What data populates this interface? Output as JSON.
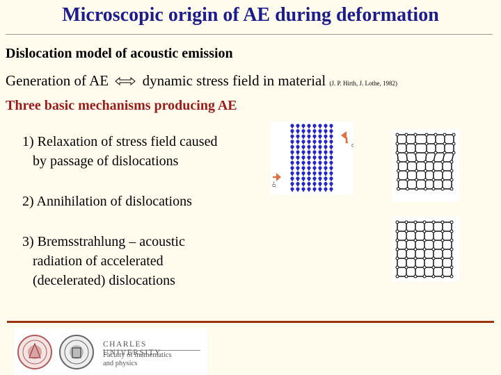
{
  "title": "Microscopic origin of AE during deformation",
  "subheading": "Dislocation model of acoustic emission",
  "generation": {
    "left": "Generation of AE",
    "right": "dynamic stress field in material",
    "citation": "(J. P. Hirth, J. Lothe, 1982)",
    "arrow_icon": "double-arrow-icon"
  },
  "mechanisms_heading": "Three basic mechanisms producing AE",
  "mechanisms": [
    {
      "line1": "1) Relaxation of stress field caused",
      "line2": "by passage of dislocations",
      "line3": ""
    },
    {
      "line1": "2) Annihilation of dislocations",
      "line2": "",
      "line3": ""
    },
    {
      "line1": "3) Bremsstrahlung – acoustic",
      "line2": "radiation of accelerated",
      "line3": "(decelerated) dislocations"
    }
  ],
  "figure1": {
    "label_top": "σ",
    "label_bottom": "-σ",
    "atom_color": "#2626c8",
    "arrow_color": "#e07040"
  },
  "logo": {
    "university": "CHARLES UNIVERSITY",
    "faculty_line1": "Faculty of mathematics",
    "faculty_line2": "and physics"
  },
  "colors": {
    "title": "#1c1c8c",
    "mechanisms_heading": "#9b1a1a",
    "bottom_rule": "#a0330f",
    "background": "#fffcee"
  }
}
